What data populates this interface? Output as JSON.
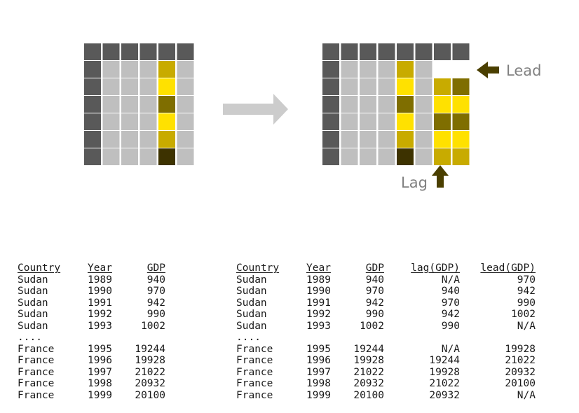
{
  "colors": {
    "header": "#595959",
    "cell": "#bfbfbf",
    "bright": "#ffe100",
    "mid": "#c8ab00",
    "dark": "#7f6e00",
    "darkest": "#3d3200",
    "arrow_gray": "#cccccc",
    "label_gray": "#808080"
  },
  "grid_left": {
    "cols": 6,
    "rows": 7,
    "highlight_col": 4,
    "highlight": [
      "mid",
      "bright",
      "dark",
      "bright",
      "mid",
      "darkest"
    ]
  },
  "grid_right": {
    "base_cols": 6,
    "rows": 7,
    "highlight_col": 4,
    "highlight": [
      "mid",
      "bright",
      "dark",
      "bright",
      "mid",
      "darkest"
    ],
    "lag_col": [
      "",
      "mid",
      "bright",
      "dark",
      "bright",
      "mid",
      "darkest"
    ],
    "lead_col": [
      "dark",
      "bright",
      "dark",
      "bright",
      "mid",
      "darkest"
    ]
  },
  "labels": {
    "lead": "Lead",
    "lag": "Lag"
  },
  "left_table": {
    "headers": [
      "Country",
      "Year",
      "GDP"
    ],
    "rows": [
      [
        "Sudan",
        "1989",
        "940"
      ],
      [
        "Sudan",
        "1990",
        "970"
      ],
      [
        "Sudan",
        "1991",
        "942"
      ],
      [
        "Sudan",
        "1992",
        "990"
      ],
      [
        "Sudan",
        "1993",
        "1002"
      ],
      [
        "....",
        "",
        ""
      ],
      [
        "France",
        "1995",
        "19244"
      ],
      [
        "France",
        "1996",
        "19928"
      ],
      [
        "France",
        "1997",
        "21022"
      ],
      [
        "France",
        "1998",
        "20932"
      ],
      [
        "France",
        "1999",
        "20100"
      ]
    ]
  },
  "right_table": {
    "headers": [
      "Country",
      "Year",
      "GDP",
      "lag(GDP)",
      "lead(GDP)"
    ],
    "rows": [
      [
        "Sudan",
        "1989",
        "940",
        "N/A",
        "970"
      ],
      [
        "Sudan",
        "1990",
        "970",
        "940",
        "942"
      ],
      [
        "Sudan",
        "1991",
        "942",
        "970",
        "990"
      ],
      [
        "Sudan",
        "1992",
        "990",
        "942",
        "1002"
      ],
      [
        "Sudan",
        "1993",
        "1002",
        "990",
        "N/A"
      ],
      [
        "....",
        "",
        "",
        "",
        ""
      ],
      [
        "France",
        "1995",
        "19244",
        "N/A",
        "19928"
      ],
      [
        "France",
        "1996",
        "19928",
        "19244",
        "21022"
      ],
      [
        "France",
        "1997",
        "21022",
        "19928",
        "20932"
      ],
      [
        "France",
        "1998",
        "20932",
        "21022",
        "20100"
      ],
      [
        "France",
        "1999",
        "20100",
        "20932",
        "N/A"
      ]
    ]
  }
}
